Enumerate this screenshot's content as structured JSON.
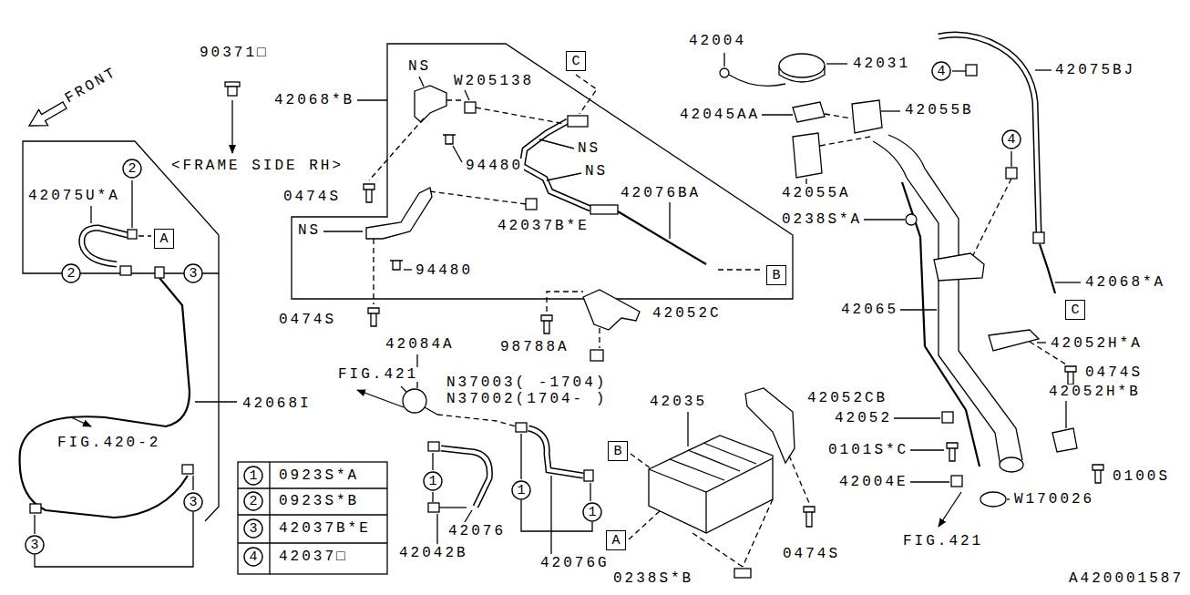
{
  "diagram": {
    "nodes": [
      {
        "text": [
          "C"
        ]
      },
      {
        "text": [
          "4"
        ]
      },
      {
        "text": [
          "4"
        ]
      },
      {
        "text": [
          "2"
        ]
      },
      {
        "text": [
          "A"
        ]
      },
      {
        "text": [
          "2"
        ]
      },
      {
        "text": [
          "3"
        ]
      },
      {
        "text": [
          "B"
        ]
      },
      {
        "text": [
          "C"
        ]
      },
      {
        "text": [
          "B"
        ]
      },
      {
        "text": [
          "1"
        ]
      },
      {
        "text": [
          "1"
        ]
      },
      {
        "text": [
          "3"
        ]
      },
      {
        "text": [
          "1"
        ]
      },
      {
        "text": [
          "A"
        ]
      },
      {
        "text": [
          "3"
        ]
      },
      {
        "text": [
          "1"
        ]
      },
      {
        "text": [
          "2"
        ]
      },
      {
        "text": [
          "3"
        ]
      },
      {
        "text": [
          "4"
        ]
      }
    ],
    "edges": [
      {
        "from": 11,
        "to": 13,
        "arrow": "none"
      },
      {
        "from": 15,
        "to": 12,
        "arrow": "none"
      }
    ],
    "labels": [
      "42004",
      "90371□",
      "42031",
      "42075BJ",
      "FRONT",
      "NS",
      "W205138",
      "42068*B",
      "42045AA",
      "42055B",
      "NS",
      "<FRAME SIDE RH>",
      "94480",
      "NS",
      "42055A",
      "42075U*A",
      "0474S",
      "42076BA",
      "0238S*A",
      "42037B*E",
      "NS",
      "94480",
      "42068*A",
      "42052C",
      "42065",
      "0474S",
      "42052H*A",
      "98788A",
      "42084A",
      "0474S",
      "FIG.421",
      "N37003( -1704)",
      "42052H*B",
      "N37002(1704- )",
      "42035",
      "42052CB",
      "42068I",
      "42052",
      "FIG.420-2",
      "0101S*C",
      "0100S",
      "42004E",
      "W170026",
      "42076",
      "FIG.421",
      "42042B",
      "0474S",
      "42076G",
      "0238S*B",
      "A420001587",
      "0923S*A",
      "0923S*B",
      "42037B*E",
      "42037□"
    ]
  }
}
